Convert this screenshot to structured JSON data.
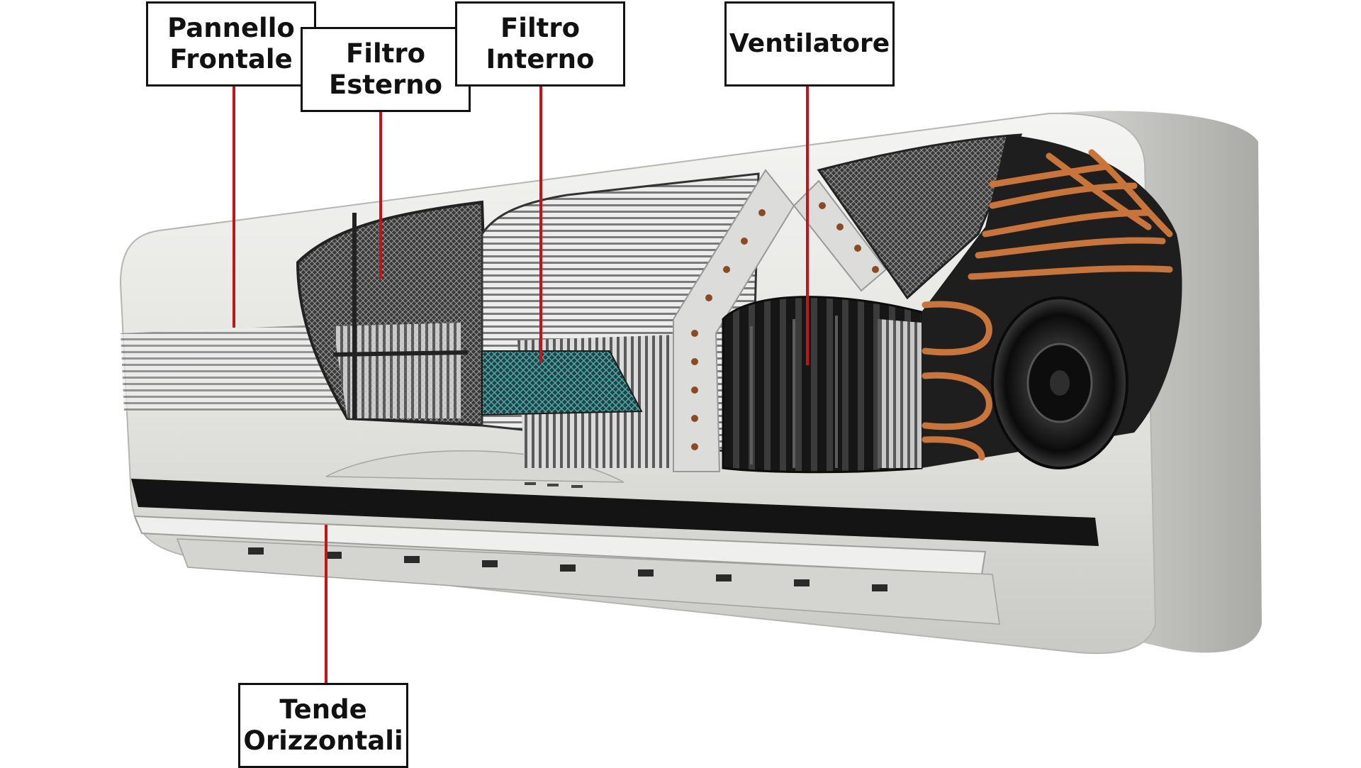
{
  "labels": {
    "front_panel": {
      "line1": "Pannello",
      "line2": "Frontale"
    },
    "external_filter": {
      "line1": "Filtro",
      "line2": "Esterno"
    },
    "internal_filter": {
      "line1": "Filtro",
      "line2": "Interno"
    },
    "fan": {
      "line1": "Ventilatore"
    },
    "horizontal_louvers": {
      "line1": "Tende",
      "line2": "Orizzontali"
    }
  },
  "colors": {
    "leader_line": "#c0161b",
    "unit_body": "#e6e6e4",
    "unit_shadow": "#b9b9b6",
    "copper": "#c8743a",
    "dark_interior": "#1a1a1a",
    "filter_mesh": "#5a5a5a",
    "internal_filter_tint": "#3aa39a"
  }
}
